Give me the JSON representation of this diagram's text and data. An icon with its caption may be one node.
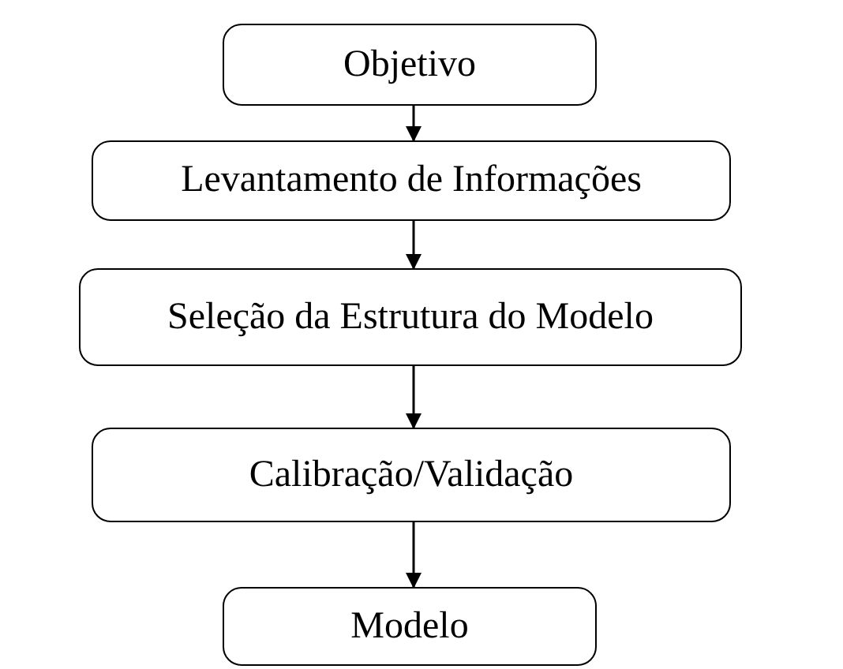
{
  "diagram": {
    "nodes": [
      {
        "text": [
          "Objetivo"
        ]
      },
      {
        "text": [
          "Levantamento de Informações"
        ]
      },
      {
        "text": [
          "Seleção da Estrutura do Modelo"
        ]
      },
      {
        "text": [
          "Calibração/Validação"
        ]
      },
      {
        "text": [
          "Modelo"
        ]
      }
    ],
    "edges": [
      {
        "from": 0,
        "to": 1,
        "arrow": "to"
      },
      {
        "from": 1,
        "to": 2,
        "arrow": "to"
      },
      {
        "from": 2,
        "to": 3,
        "arrow": "to"
      },
      {
        "from": 3,
        "to": 4,
        "arrow": "to"
      }
    ]
  }
}
